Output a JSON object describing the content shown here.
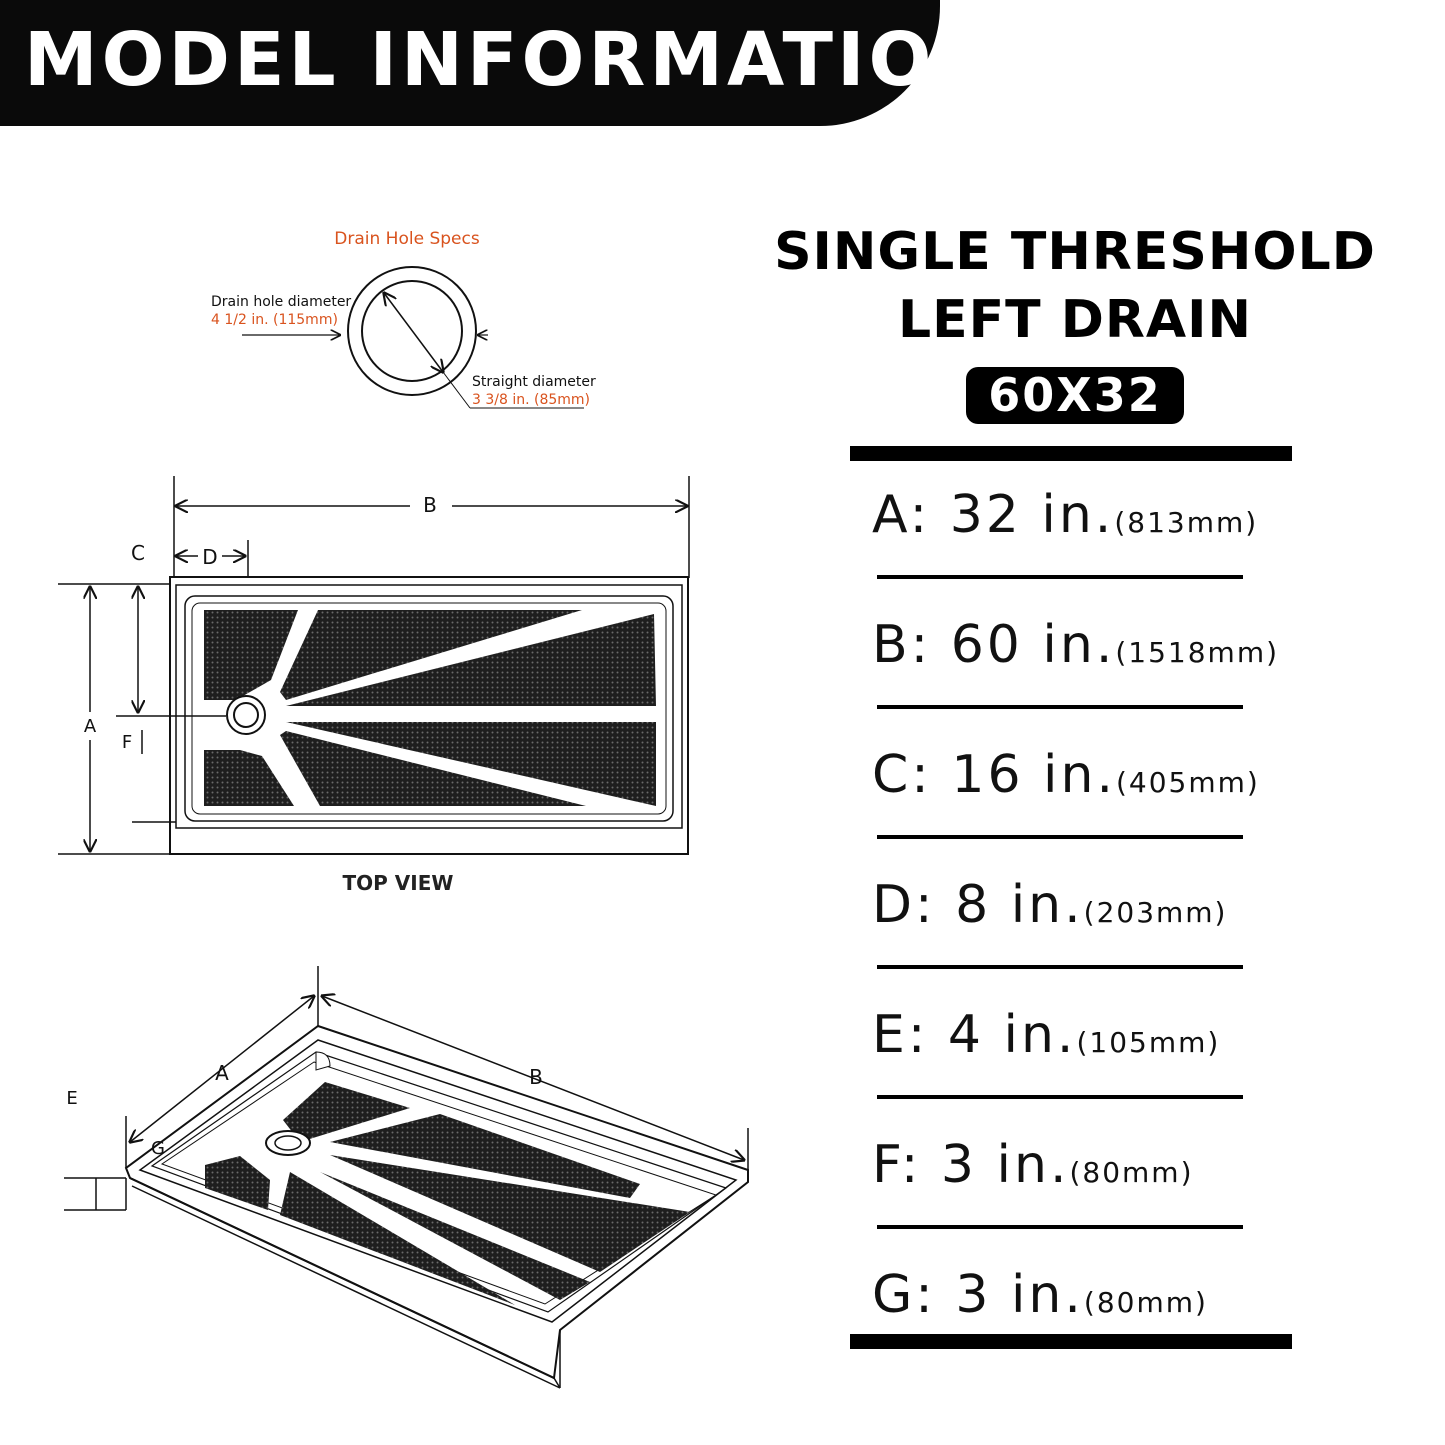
{
  "header": {
    "title": "MODEL INFORMATION"
  },
  "product": {
    "line1": "SINGLE THRESHOLD",
    "line2": "LEFT DRAIN",
    "model": "60X32"
  },
  "drain_specs": {
    "title": "Drain Hole Specs",
    "hole_label": "Drain hole diameter",
    "hole_value": "4 1/2 in. (115mm)",
    "straight_label": "Straight diameter",
    "straight_value": "3 3/8 in. (85mm)"
  },
  "top_view": {
    "caption": "TOP VIEW",
    "labels": {
      "a": "A",
      "b": "B",
      "c": "C",
      "d": "D",
      "f": "F"
    }
  },
  "iso_view": {
    "labels": {
      "a": "A",
      "b": "B",
      "e": "E",
      "g": "G"
    }
  },
  "specs": [
    {
      "main": "A: 32 in.",
      "mm": "(813mm)"
    },
    {
      "main": "B: 60 in.",
      "mm": "(1518mm)"
    },
    {
      "main": "C: 16 in.",
      "mm": "(405mm)"
    },
    {
      "main": "D: 8 in.",
      "mm": "(203mm)"
    },
    {
      "main": "E: 4 in.",
      "mm": "(105mm)"
    },
    {
      "main": "F: 3 in.",
      "mm": "(80mm)"
    },
    {
      "main": "G: 3 in.",
      "mm": "(80mm)"
    }
  ],
  "colors": {
    "accent": "#d9531e",
    "banner": "#0a0a0a",
    "mesh": "#2a2a2a"
  }
}
